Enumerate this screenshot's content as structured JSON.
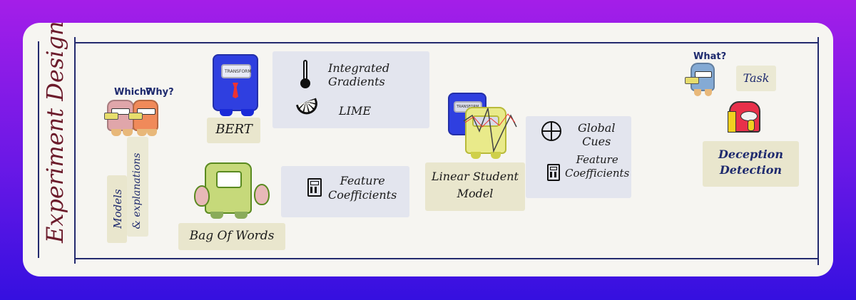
{
  "title": "Experiment Design",
  "models_label": "Models",
  "explanations_label": "& explanations",
  "characters": {
    "which": "Which?",
    "why": "Why?",
    "what": "What?",
    "transform_badge": "TRANSFORM"
  },
  "models": [
    {
      "label": "BERT",
      "explanations": [
        {
          "icon": "thermometer-icon",
          "label_line1": "Integrated",
          "label_line2": "Gradients"
        },
        {
          "icon": "lime-slice-icon",
          "label_line1": "LIME"
        }
      ]
    },
    {
      "label": "Bag Of Words",
      "explanations": [
        {
          "icon": "calculator-icon",
          "label_line1": "Feature",
          "label_line2": "Coefficients"
        }
      ]
    },
    {
      "label_line1": "Linear Student",
      "label_line2": "Model",
      "explanations": [
        {
          "icon": "globe-icon",
          "label_line1": "Global",
          "label_line2": "Cues"
        },
        {
          "icon": "calculator-icon",
          "label_line1": "Feature",
          "label_line2": "Coefficients"
        }
      ]
    }
  ],
  "task": {
    "label": "Task",
    "name_line1": "Deception",
    "name_line2": "Detection"
  },
  "colors": {
    "title": "#6b1a2a",
    "frame": "#232a6e",
    "bert": "#2f3fe0",
    "bow": "#c6d97a",
    "student": "#e9ea8a"
  }
}
